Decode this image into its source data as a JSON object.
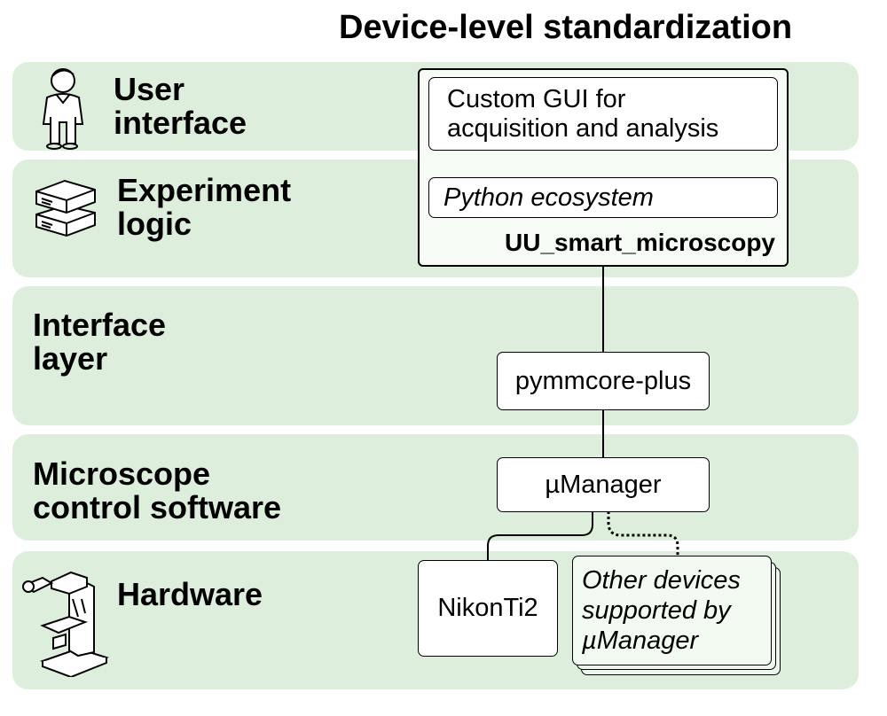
{
  "title": "Device-level standardization",
  "layers": [
    {
      "label_line1": "User",
      "label_line2": "interface",
      "icon": "person-icon"
    },
    {
      "label_line1": "Experiment",
      "label_line2": "logic",
      "icon": "server-stack-icon"
    },
    {
      "label_line1": "Interface",
      "label_line2": "layer"
    },
    {
      "label_line1": "Microscope",
      "label_line2": "control software"
    },
    {
      "label_line1": "Hardware",
      "icon": "microscope-icon"
    }
  ],
  "nodes": {
    "package_name": "UU_smart_microscopy",
    "gui_line1": "Custom GUI for",
    "gui_line2": "acquisition and analysis",
    "python": "Python ecosystem",
    "pymmcore": "pymmcore-plus",
    "umanager": "µManager",
    "nikon": "NikonTi2",
    "other_line1": "Other devices",
    "other_line2": "supported by",
    "other_line3": "µManager"
  }
}
